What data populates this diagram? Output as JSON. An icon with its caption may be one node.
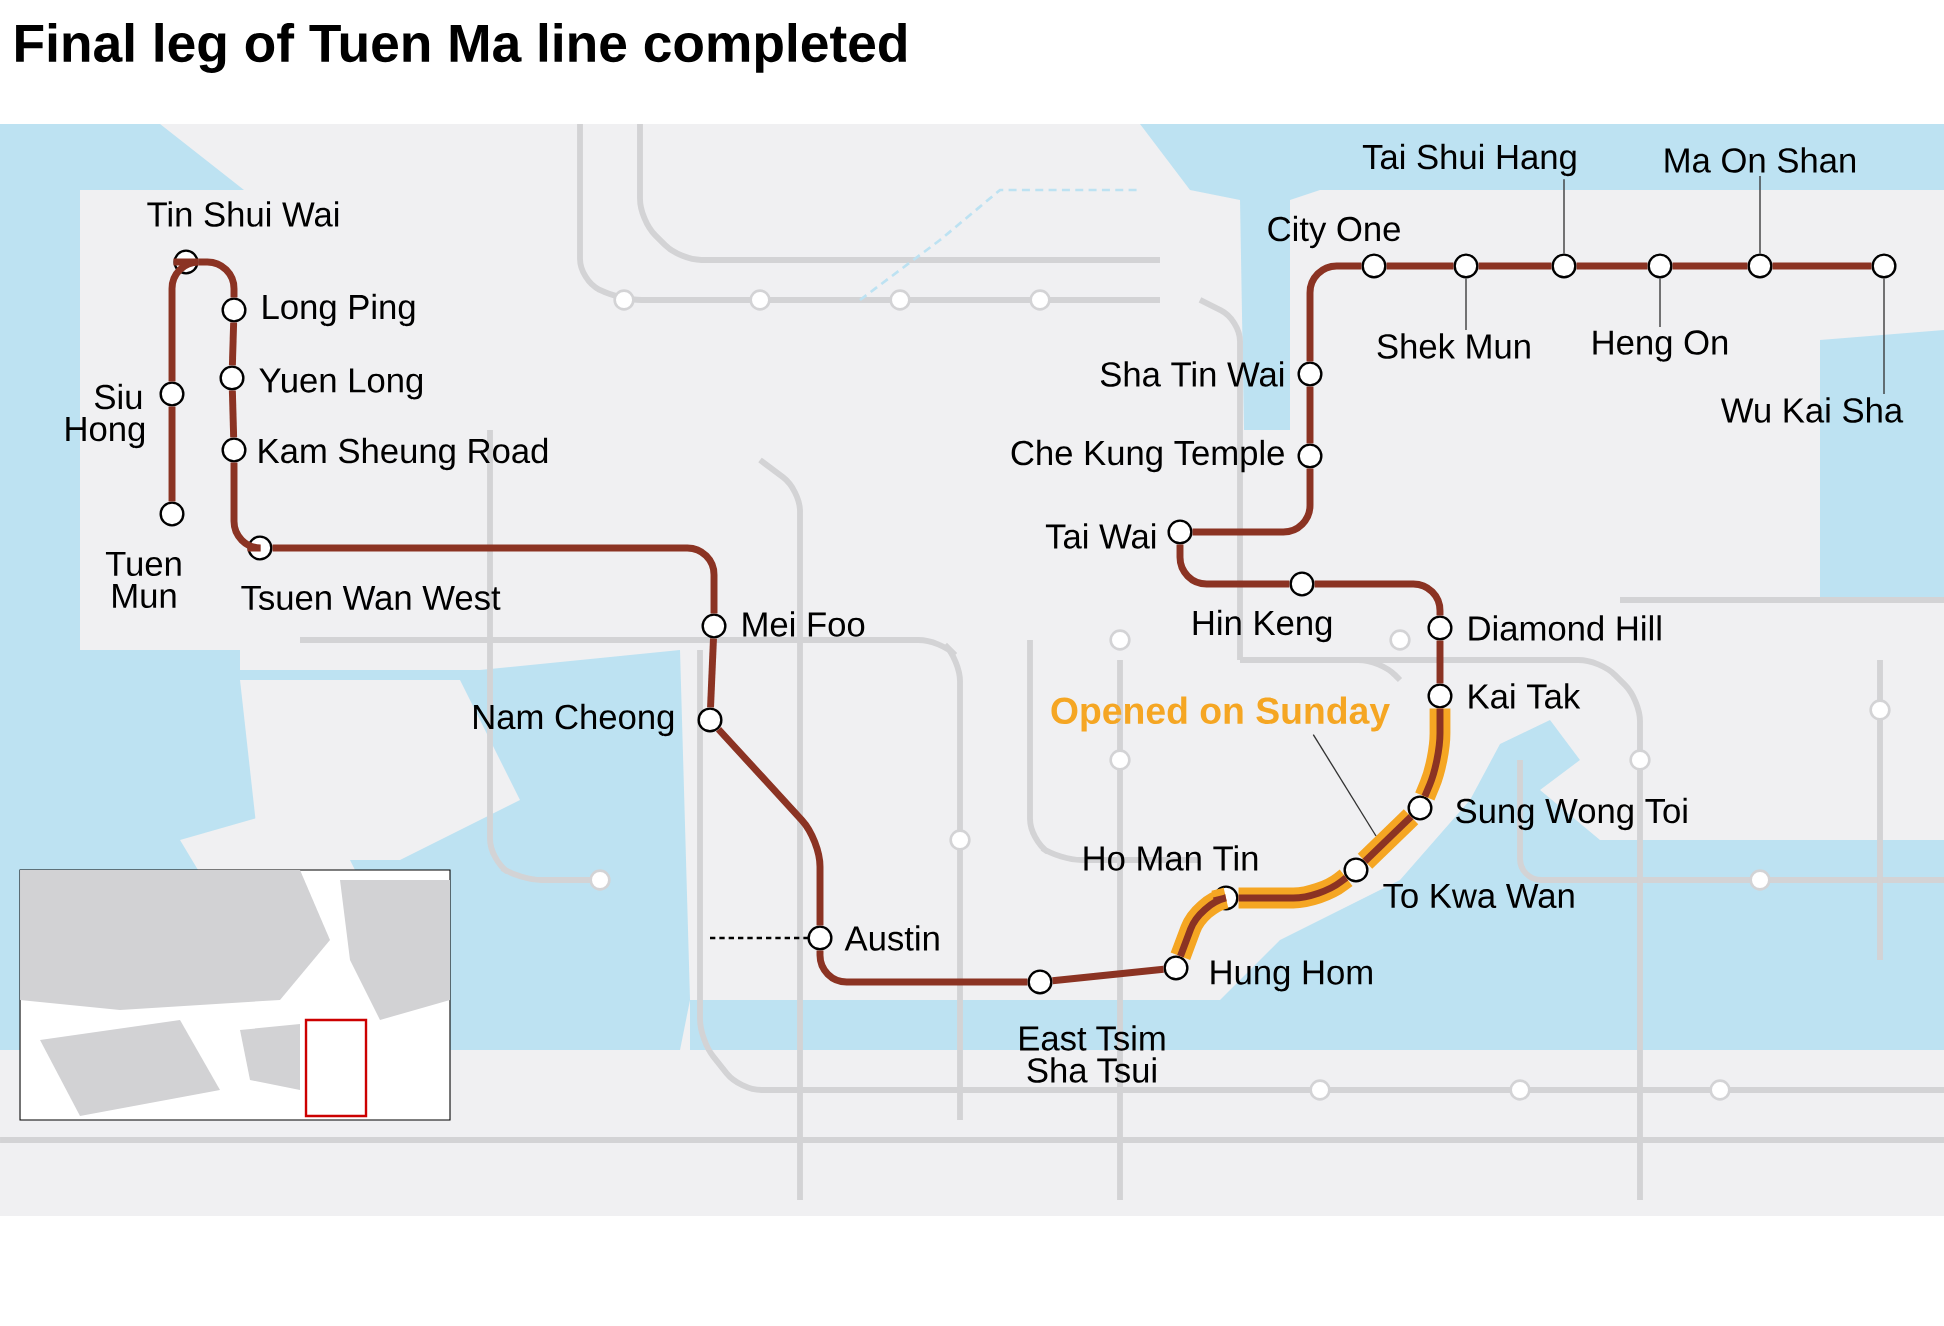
{
  "diagram": {
    "title": "Final leg of Tuen Ma line completed",
    "nodes": [
      {
        "text": [],
        "shape": "circle",
        "beside": [
          "Tuen Mun"
        ]
      },
      {
        "text": [],
        "shape": "circle",
        "beside": [
          "Siu Hong"
        ]
      },
      {
        "text": [],
        "shape": "circle",
        "beside": [
          "Tin Shui Wai"
        ]
      },
      {
        "text": [],
        "shape": "circle",
        "beside": [
          "Long Ping"
        ]
      },
      {
        "text": [],
        "shape": "circle",
        "beside": [
          "Yuen Long"
        ]
      },
      {
        "text": [],
        "shape": "circle",
        "beside": [
          "Kam Sheung Road"
        ]
      },
      {
        "text": [],
        "shape": "circle",
        "beside": [
          "Tsuen Wan West"
        ]
      },
      {
        "text": [],
        "shape": "circle",
        "beside": [
          "Mei Foo"
        ]
      },
      {
        "text": [],
        "shape": "circle",
        "beside": [
          "Nam Cheong"
        ]
      },
      {
        "text": [],
        "shape": "circle",
        "beside": [
          "Austin"
        ]
      },
      {
        "text": [],
        "shape": "circle",
        "beside": [
          "East Tsim Sha Tsui"
        ]
      },
      {
        "text": [],
        "shape": "circle",
        "beside": [
          "Hung Hom"
        ]
      },
      {
        "text": [],
        "shape": "circle",
        "beside": [
          "Ho Man Tin"
        ]
      },
      {
        "text": [],
        "shape": "circle",
        "beside": [
          "To Kwa Wan"
        ]
      },
      {
        "text": [],
        "shape": "circle",
        "beside": [
          "Sung Wong Toi"
        ]
      },
      {
        "text": [],
        "shape": "circle",
        "beside": [
          "Kai Tak"
        ]
      },
      {
        "text": [],
        "shape": "circle",
        "beside": [
          "Diamond Hill"
        ]
      },
      {
        "text": [],
        "shape": "circle",
        "beside": [
          "Hin Keng"
        ]
      },
      {
        "text": [],
        "shape": "circle",
        "beside": [
          "Tai Wai"
        ]
      },
      {
        "text": [],
        "shape": "circle",
        "beside": [
          "Che Kung Temple"
        ]
      },
      {
        "text": [],
        "shape": "circle",
        "beside": [
          "Sha Tin Wai"
        ]
      },
      {
        "text": [],
        "shape": "circle",
        "beside": [
          "City One"
        ]
      },
      {
        "text": [],
        "shape": "circle"
      },
      {
        "text": [],
        "shape": "circle"
      },
      {
        "text": [],
        "shape": "circle"
      },
      {
        "text": [],
        "shape": "circle"
      },
      {
        "text": [],
        "shape": "circle"
      },
      {
        "text": [
          "Opened on Sunday"
        ]
      },
      {
        "text": [
          "Shek Mun"
        ]
      },
      {
        "text": [
          "Tai Shui Hang"
        ]
      },
      {
        "text": [
          "Heng On"
        ]
      },
      {
        "text": [
          "Ma On Shan"
        ]
      },
      {
        "text": [
          "Wu Kai Sha"
        ]
      }
    ],
    "edges": [
      {
        "from": 0,
        "to": 1,
        "arrow": "none"
      },
      {
        "from": 1,
        "to": 2,
        "arrow": "none"
      },
      {
        "from": 2,
        "to": 3,
        "arrow": "none"
      },
      {
        "from": 3,
        "to": 4,
        "arrow": "none"
      },
      {
        "from": 4,
        "to": 5,
        "arrow": "none"
      },
      {
        "from": 5,
        "to": 6,
        "arrow": "none"
      },
      {
        "from": 6,
        "to": 7,
        "arrow": "none"
      },
      {
        "from": 7,
        "to": 8,
        "arrow": "none"
      },
      {
        "from": 8,
        "to": 9,
        "arrow": "none"
      },
      {
        "from": 9,
        "to": 10,
        "arrow": "none"
      },
      {
        "from": 10,
        "to": 11,
        "arrow": "none"
      },
      {
        "from": 11,
        "to": 12,
        "arrow": "none",
        "style": "thick",
        "color": "#f5a623"
      },
      {
        "from": 12,
        "to": 13,
        "arrow": "none",
        "style": "thick",
        "color": "#f5a623"
      },
      {
        "from": 13,
        "to": 14,
        "arrow": "none",
        "style": "thick",
        "color": "#f5a623"
      },
      {
        "from": 14,
        "to": 15,
        "arrow": "none",
        "style": "thick",
        "color": "#f5a623"
      },
      {
        "from": 15,
        "to": 16,
        "arrow": "none"
      },
      {
        "from": 16,
        "to": 17,
        "arrow": "none"
      },
      {
        "from": 17,
        "to": 18,
        "arrow": "none"
      },
      {
        "from": 18,
        "to": 19,
        "arrow": "none"
      },
      {
        "from": 19,
        "to": 20,
        "arrow": "none"
      },
      {
        "from": 20,
        "to": 21,
        "arrow": "none"
      },
      {
        "from": 21,
        "to": 22,
        "arrow": "none"
      },
      {
        "from": 22,
        "to": 23,
        "arrow": "none"
      },
      {
        "from": 23,
        "to": 24,
        "arrow": "none"
      },
      {
        "from": 24,
        "to": 25,
        "arrow": "none"
      },
      {
        "from": 25,
        "to": 26,
        "arrow": "none"
      },
      {
        "from": 27,
        "to": null,
        "arrow": "none",
        "color": "#333333"
      },
      {
        "from": 28,
        "to": 22,
        "arrow": "none",
        "color": "#333333"
      },
      {
        "from": 29,
        "to": 23,
        "arrow": "none",
        "color": "#333333"
      },
      {
        "from": 30,
        "to": 24,
        "arrow": "none",
        "color": "#333333"
      },
      {
        "from": 31,
        "to": 25,
        "arrow": "none",
        "color": "#333333"
      },
      {
        "from": 32,
        "to": 26,
        "arrow": "none",
        "color": "#333333"
      }
    ]
  }
}
